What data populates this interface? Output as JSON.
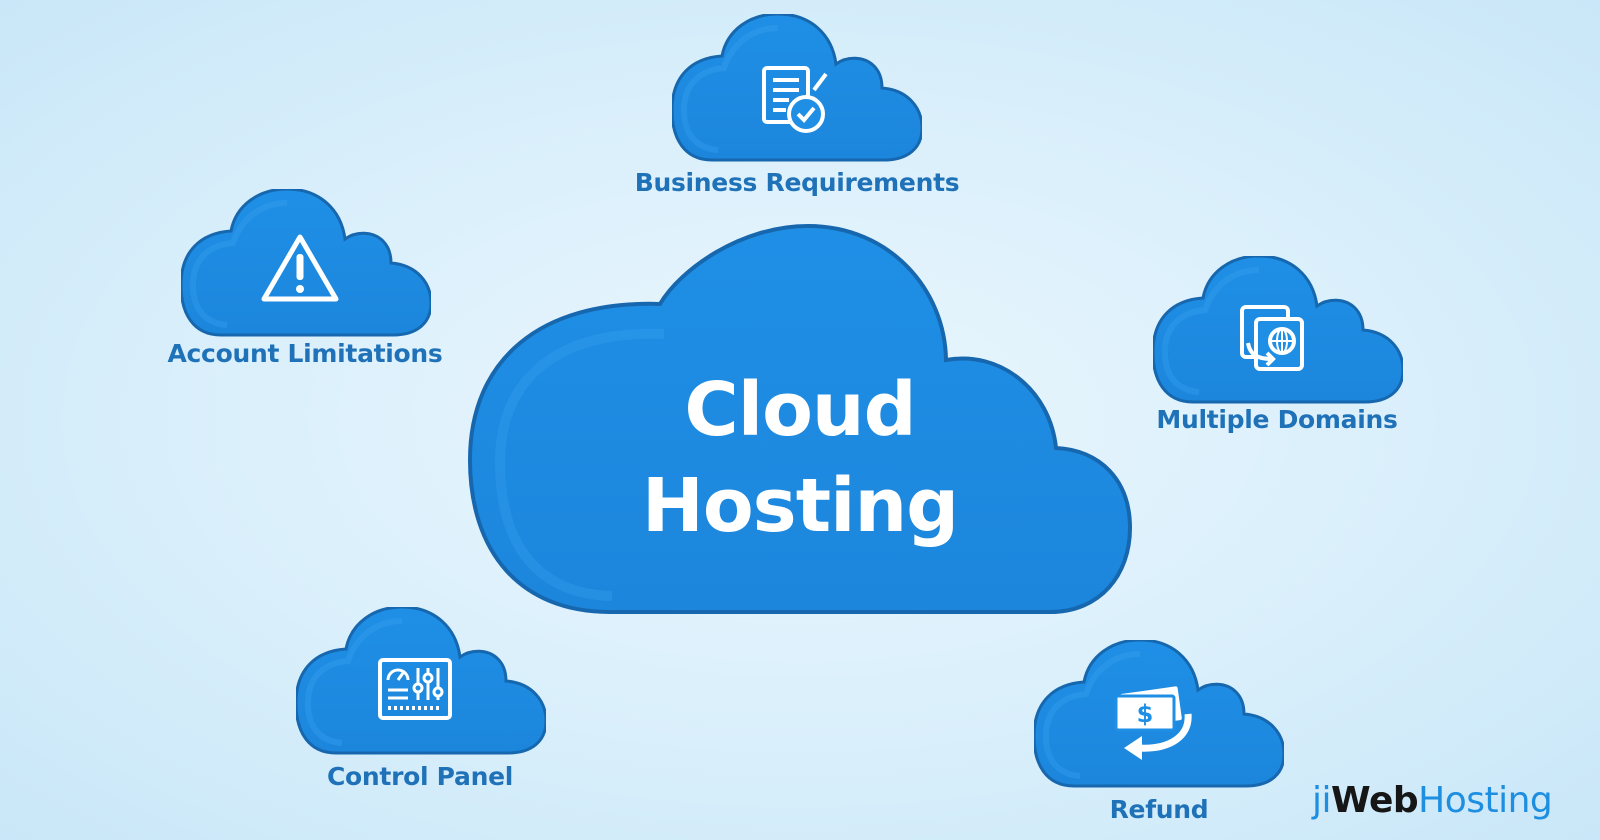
{
  "center": {
    "line1": "Cloud",
    "line2": "Hosting"
  },
  "features": {
    "business_requirements": {
      "label": "Business Requirements",
      "icon": "document-check-icon"
    },
    "account_limitations": {
      "label": "Account Limitations",
      "icon": "warning-icon"
    },
    "multiple_domains": {
      "label": "Multiple Domains",
      "icon": "globe-domains-icon"
    },
    "control_panel": {
      "label": "Control Panel",
      "icon": "control-panel-icon"
    },
    "refund": {
      "label": "Refund",
      "icon": "money-refund-icon"
    }
  },
  "logo": {
    "part1": "ji",
    "part2": "Web",
    "part3": "Hosting"
  },
  "colors": {
    "cloud_fill": "#1f8fe6",
    "cloud_outline": "#1667ae",
    "label_text": "#1f72b8",
    "background": "#d9effb"
  }
}
